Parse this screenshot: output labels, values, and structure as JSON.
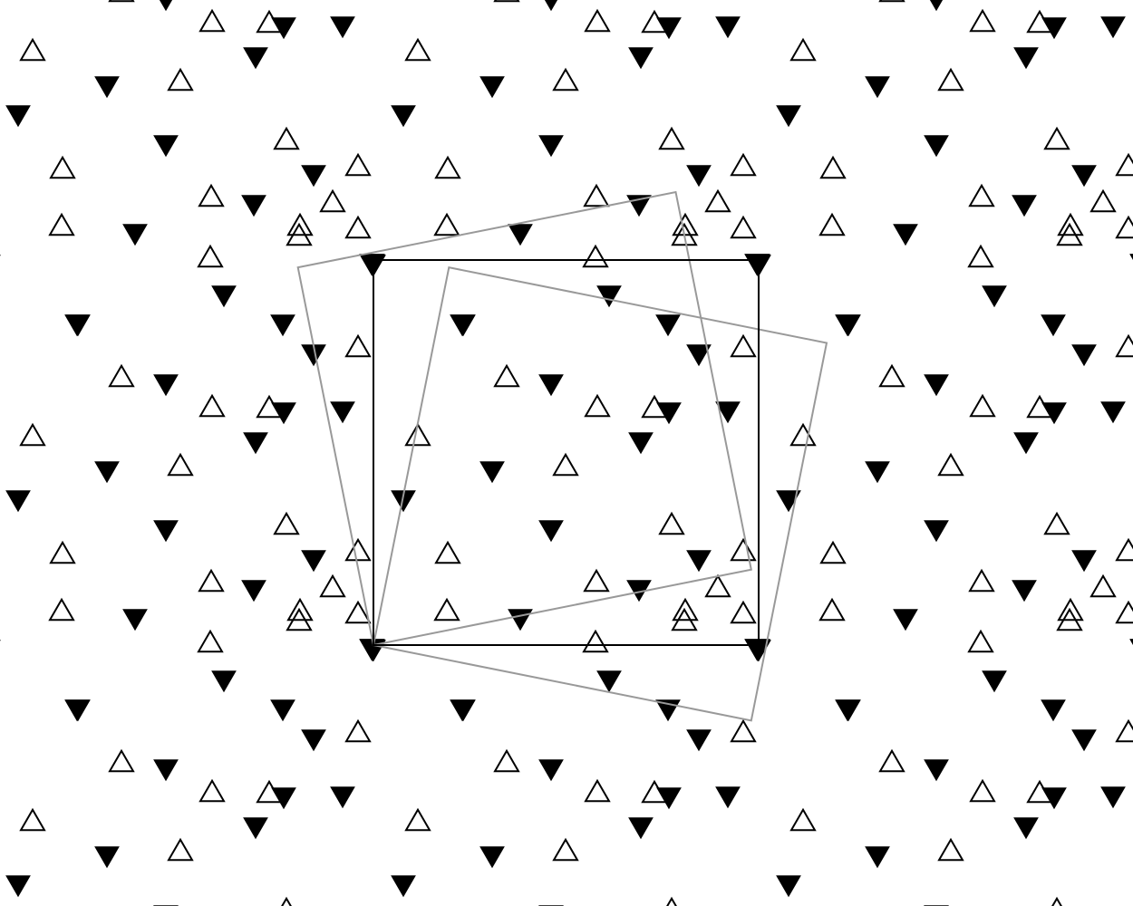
{
  "colors": {
    "background": "#ffffff",
    "filled_triangle": "#000000",
    "outline_triangle": "#000000",
    "primary_square": "#000000",
    "rotated_squares": "#999999"
  },
  "figure": {
    "primary_square": {
      "angle_deg": 0
    },
    "rotated_squares": [
      {
        "angle_deg": 11.3
      },
      {
        "angle_deg": -11.3
      }
    ]
  }
}
